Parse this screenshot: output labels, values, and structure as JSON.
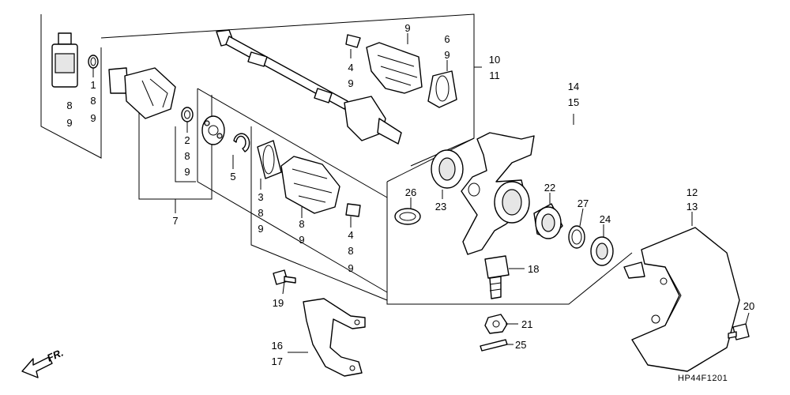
{
  "labels": {
    "p1": [
      "1",
      "8",
      "9"
    ],
    "p2": [
      "2",
      "8",
      "9"
    ],
    "p3": [
      "3",
      "8",
      "9"
    ],
    "p4a": [
      "4",
      "9"
    ],
    "p4b": [
      "4",
      "8",
      "9"
    ],
    "p5": "5",
    "p6": [
      "6",
      "9"
    ],
    "p7": "7",
    "p8a": [
      "8",
      "9"
    ],
    "p8b": [
      "8",
      "9"
    ],
    "p9": "9",
    "p1011": [
      "10",
      "11"
    ],
    "p1213": [
      "12",
      "13"
    ],
    "p1415": [
      "14",
      "15"
    ],
    "p1617": [
      "16",
      "17"
    ],
    "p18": "18",
    "p19": "19",
    "p20": "20",
    "p21": "21",
    "p22": "22",
    "p23": "23",
    "p24": "24",
    "p25": "25",
    "p26": "26",
    "p27": "27"
  },
  "direction_label": "FR.",
  "diagram_code": "HP44F1201"
}
